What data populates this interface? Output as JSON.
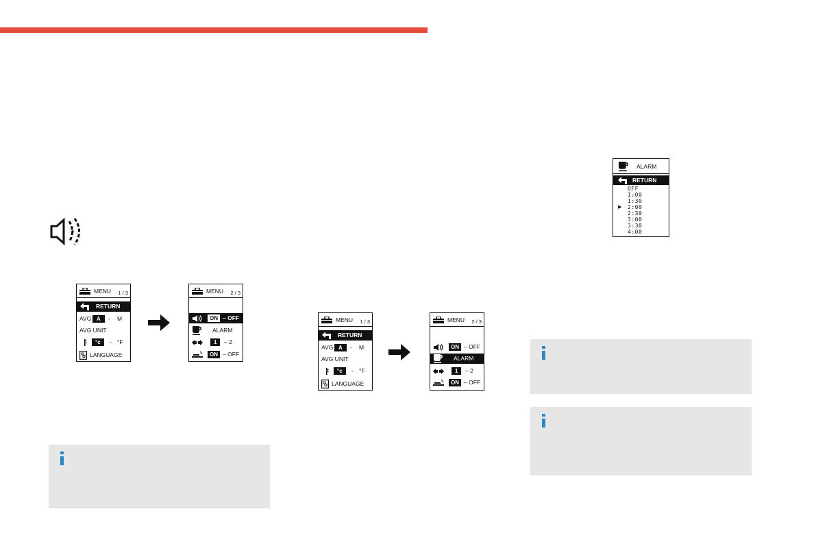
{
  "colors": {
    "accent_bar": "#e24b3e",
    "info_icon": "#2e86c1",
    "info_bg": "#e6e6e6"
  },
  "icons": [
    "speaker-icon",
    "toolbox-icon",
    "return-arrow-icon",
    "thermometer-icon",
    "language-icon",
    "volume-icon",
    "coffee-cup-icon",
    "brightness-arrows-icon",
    "backlight-icon",
    "right-arrow-icon",
    "info-icon"
  ],
  "menu_page1": {
    "title": "MENU",
    "page": "1 / 3",
    "return": "RETURN",
    "avg_label": "AVG",
    "avg_selected": "A",
    "avg_sep": "-",
    "avg_other": "M",
    "avg_unit": "AVG UNIT",
    "temp_selected": "°c",
    "temp_sep": "-",
    "temp_other": "°F",
    "language": "LANGUAGE"
  },
  "menu_page2": {
    "title": "MENU",
    "page": "2 / 3",
    "on": "ON",
    "dash_off": "– OFF",
    "alarm": "ALARM",
    "bright_selected": "1",
    "bright_rest": "–  2",
    "light_on": "ON",
    "light_off": "– OFF"
  },
  "alarm_screen": {
    "title": "ALARM",
    "return": "RETURN",
    "pointer": "▶",
    "options": [
      "OFF",
      "1:00",
      "1:30",
      "2:00",
      "2:30",
      "3:00",
      "3:30",
      "4:00"
    ]
  }
}
